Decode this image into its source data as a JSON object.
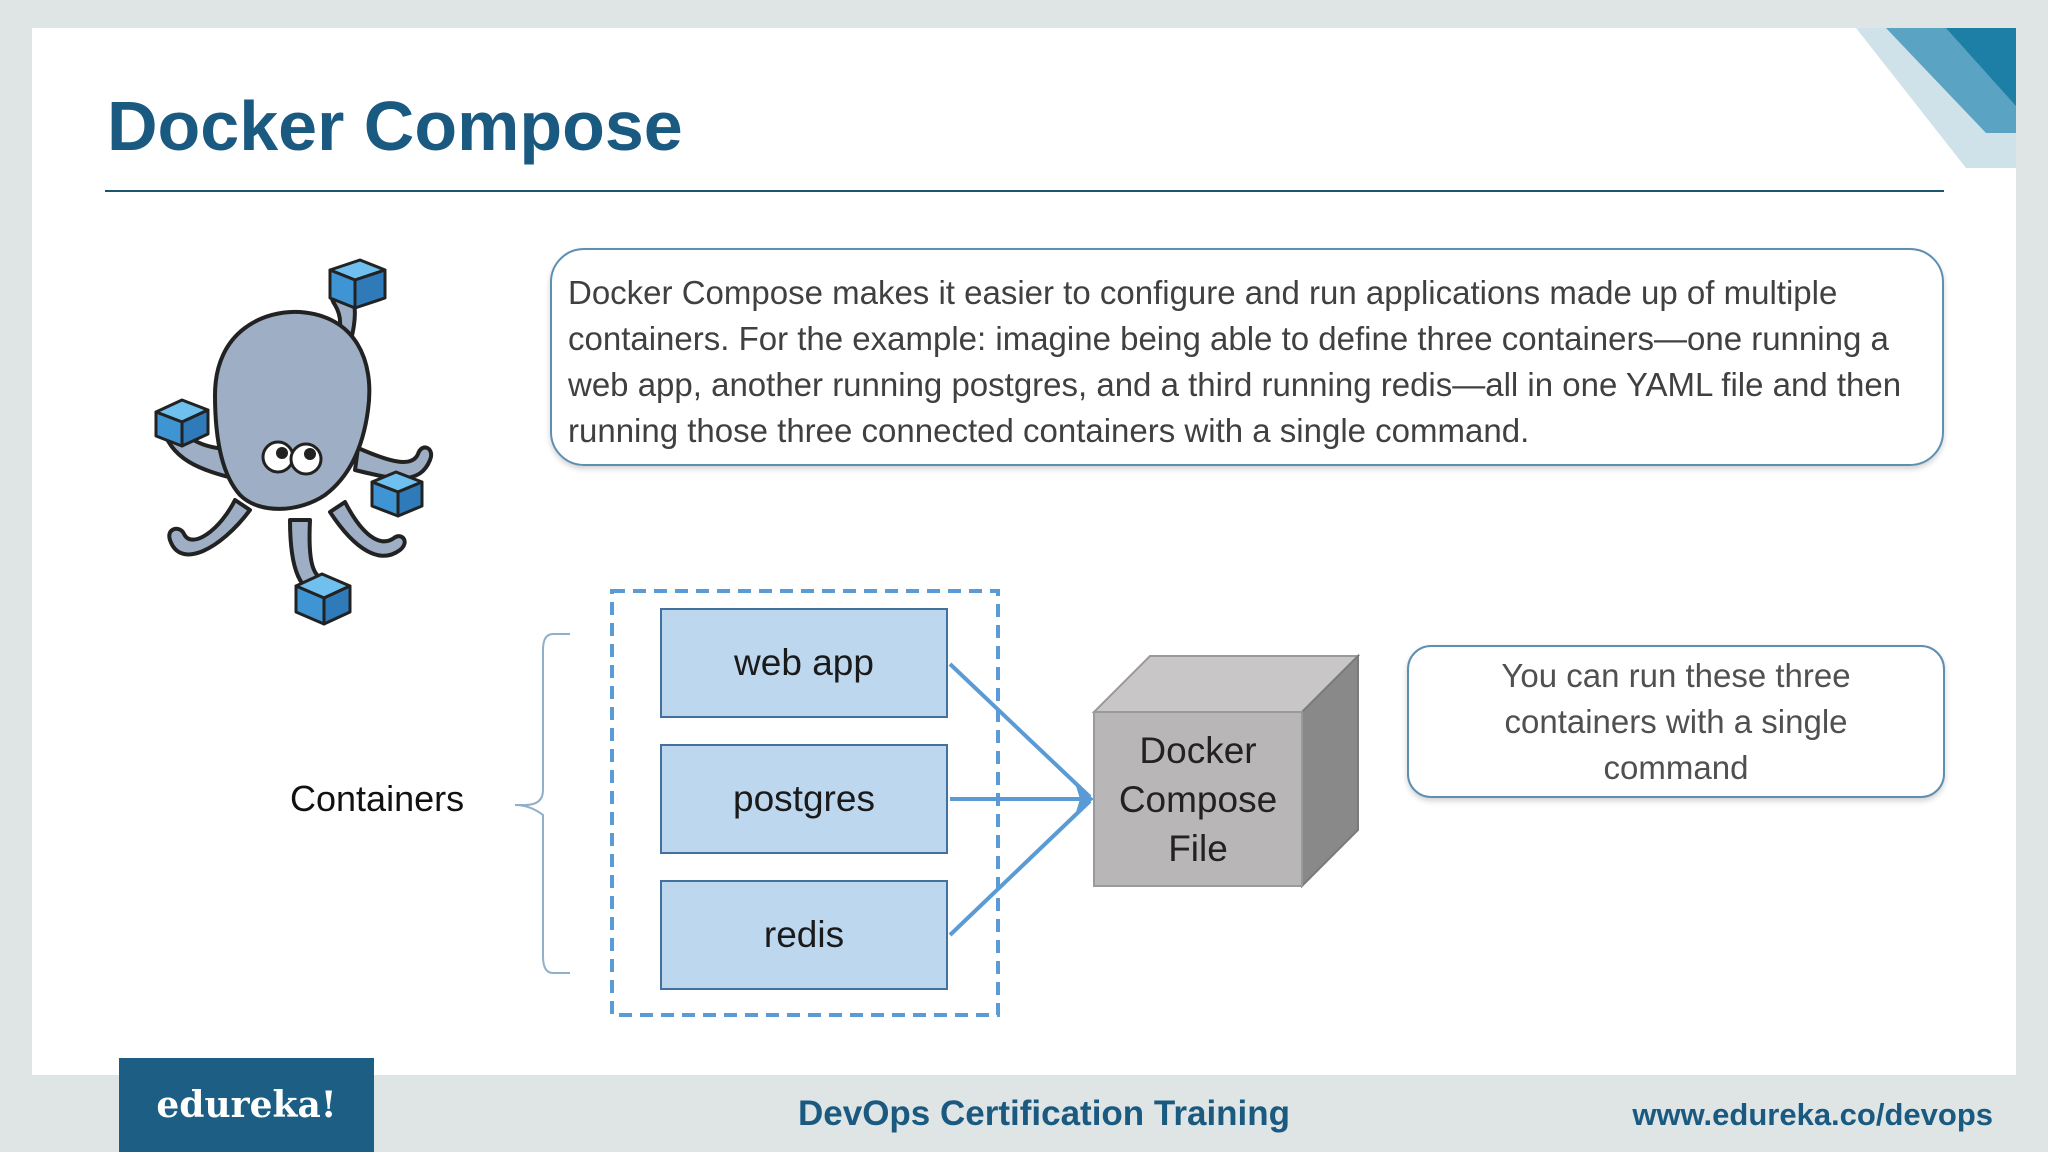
{
  "slide": {
    "title": "Docker Compose",
    "description": "Docker Compose makes it easier to configure and run applications made up of multiple containers. For the example: imagine being able to define three containers—one running a web app, another running postgres, and a third running redis—all in one YAML file and then running those three connected containers with a single command."
  },
  "diagram": {
    "containers_label": "Containers",
    "containers": [
      {
        "label": "web app"
      },
      {
        "label": "postgres"
      },
      {
        "label": "redis"
      }
    ],
    "compose_file_label": "Docker Compose File",
    "note": "You can run these three containers with a single command"
  },
  "footer": {
    "logo_text": "edureka!",
    "course_title": "DevOps Certification Training",
    "url": "www.edureka.co/devops"
  },
  "colors": {
    "title": "#1b5a80",
    "container_fill": "#bdd7ee",
    "container_border": "#41719c",
    "arrow": "#5b9bd5",
    "footer_logo_bg": "#1c5e84"
  },
  "icons": [
    "octopus-mascot-icon",
    "container-cube-icon"
  ]
}
